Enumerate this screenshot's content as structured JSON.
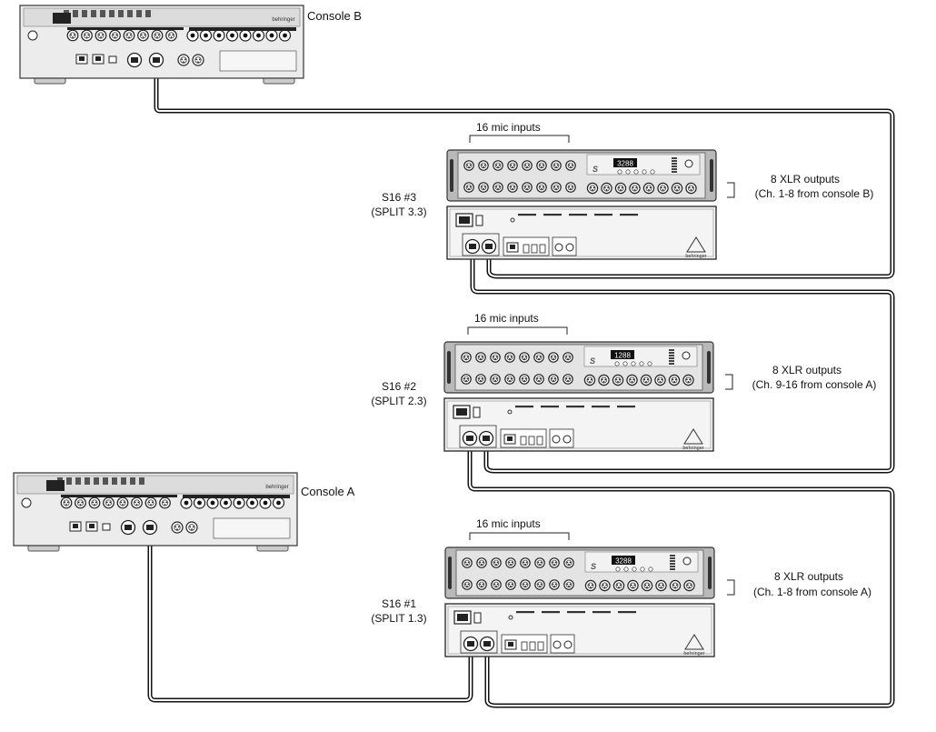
{
  "consoles": {
    "a": {
      "label": "Console A",
      "brand": "behringer"
    },
    "b": {
      "label": "Console B",
      "brand": "behringer"
    }
  },
  "stageboxes": [
    {
      "id": "s16-3",
      "name": "S16 #3",
      "mode": "(SPLIT 3.3)",
      "inputs_label": "16 mic inputs",
      "outputs_label": "8 XLR outputs",
      "outputs_desc": "(Ch. 1-8 from console B)",
      "display": "3288",
      "brand": "behringer"
    },
    {
      "id": "s16-2",
      "name": "S16 #2",
      "mode": "(SPLIT 2.3)",
      "inputs_label": "16 mic inputs",
      "outputs_label": "8 XLR outputs",
      "outputs_desc": "(Ch. 9-16 from console A)",
      "display": "1288",
      "brand": "behringer"
    },
    {
      "id": "s16-1",
      "name": "S16 #1",
      "mode": "(SPLIT 1.3)",
      "inputs_label": "16 mic inputs",
      "outputs_label": "8 XLR outputs",
      "outputs_desc": "(Ch. 1-8 from console A)",
      "display": "3288",
      "brand": "behringer"
    }
  ],
  "colors": {
    "cable": "#111111",
    "device_face": "#e4e4e4",
    "device_rack": "#b9b9b9",
    "outline": "#333333"
  }
}
